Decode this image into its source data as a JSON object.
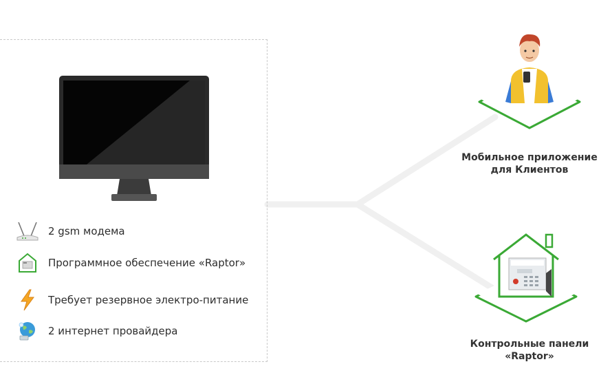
{
  "server": {
    "features": [
      {
        "icon": "router-icon",
        "label": "2 gsm модема"
      },
      {
        "icon": "house-software-icon",
        "label": "Программное обеспечение «Raptor»"
      },
      {
        "icon": "lightning-icon",
        "label": "Требует резервное электро-питание"
      },
      {
        "icon": "globe-network-icon",
        "label": "2 интернет провайдера"
      }
    ]
  },
  "nodes": {
    "mobile_app": {
      "line1": "Мобильное приложение",
      "line2": "для Клиентов"
    },
    "control_panels": {
      "line1": "Контрольные панели",
      "line2": "«Raptor»"
    }
  },
  "colors": {
    "accent_green": "#3aa935",
    "connector": "#f0f0f0",
    "dashed_border": "#c9c9c9"
  }
}
